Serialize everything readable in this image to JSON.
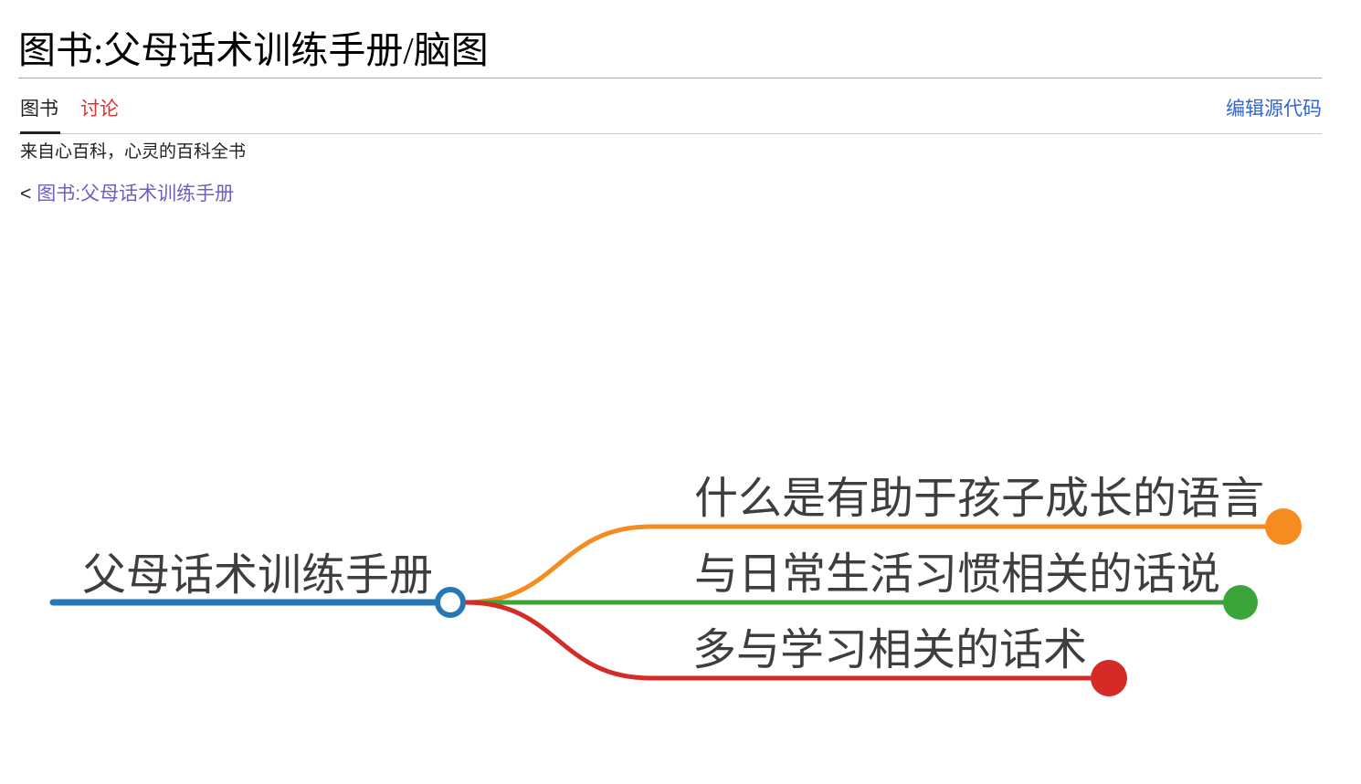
{
  "header": {
    "title": "图书:父母话术训练手册/脑图",
    "tabs": [
      {
        "label": "图书",
        "active": true
      },
      {
        "label": "讨论",
        "active": false
      }
    ],
    "edit_source_label": "编辑源代码",
    "tagline": "来自心百科，心灵的百科全书",
    "back": {
      "prefix": "<",
      "label": "图书:父母话术训练手册"
    }
  },
  "colors": {
    "root_blue": "#2578b5",
    "branch_orange": "#f68b1f",
    "branch_green": "#3ba53a",
    "branch_red": "#d42b26",
    "mindmap_text": "#3e3e3e",
    "link_blue": "#3366cc",
    "link_red": "#d73333",
    "link_visited": "#6e60c0"
  },
  "mindmap": {
    "type": "mindmap",
    "root": {
      "label": "父母话术训练手册",
      "color": "#2578b5"
    },
    "branches": [
      {
        "label": "什么是有助于孩子成长的语言",
        "color": "#f68b1f"
      },
      {
        "label": "与日常生活习惯相关的话说",
        "color": "#3ba53a"
      },
      {
        "label": "多与学习相关的话术",
        "color": "#d42b26"
      }
    ]
  }
}
